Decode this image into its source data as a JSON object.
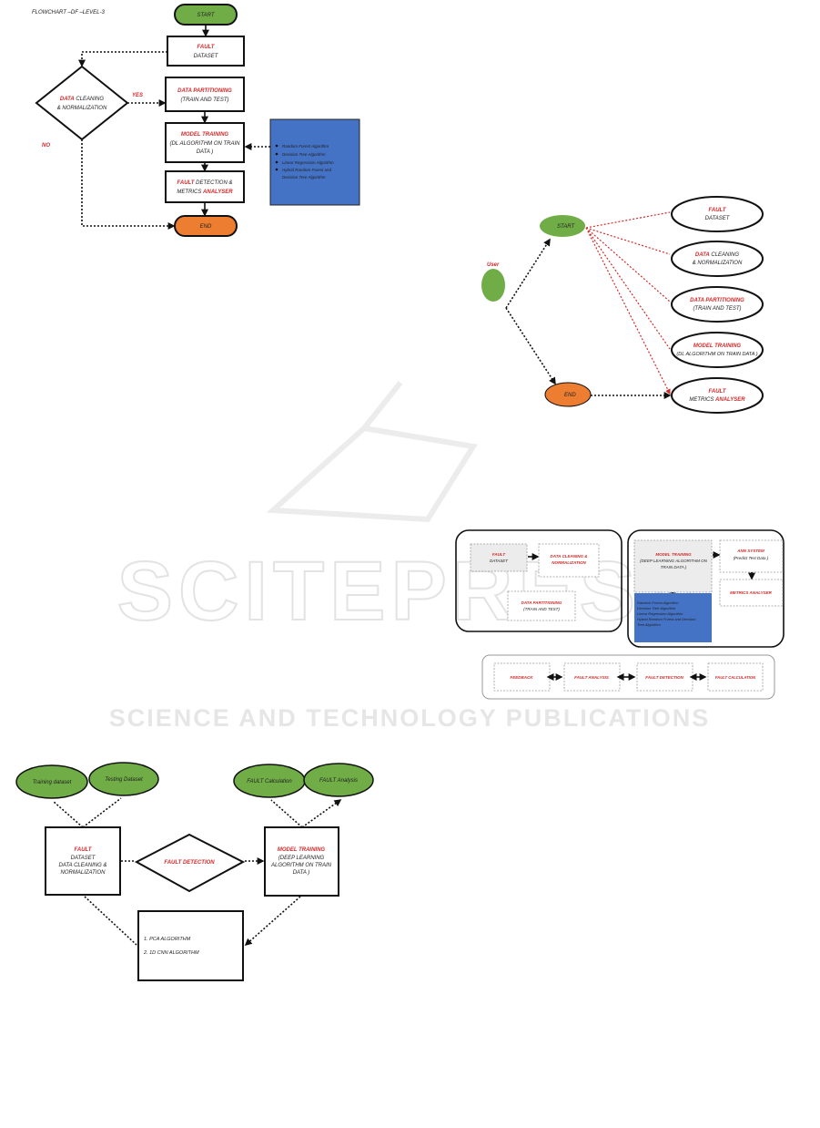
{
  "watermark": {
    "main": "SCITEPRESS",
    "sub": "SCIENCE AND TECHNOLOGY PUBLICATIONS"
  },
  "colors": {
    "green": "#70ad47",
    "orange": "#ed7d31",
    "blue": "#4472c4",
    "red": "#d42a2a"
  },
  "fig1": {
    "title": "FLOWCHART –DF –LEVEL-3",
    "start": "START",
    "end": "END",
    "dataset": {
      "red": "FAULT",
      "black": "DATASET"
    },
    "decision": {
      "red": "DATA",
      "black1": "CLEANING",
      "line2": "& NORMALIZATION"
    },
    "yes": "YES",
    "no": "NO",
    "partition": {
      "red": "DATA PARTITIONING",
      "black": "(TRAIN AND TEST)"
    },
    "training": {
      "red": "MODEL TRAINING",
      "line2": "(DL ALGORITHM ON TRAIN",
      "line3": "DATA )"
    },
    "detection": {
      "red1": "FAULT",
      "black1": "DETECTION &",
      "black2": "METRICS",
      "red2": "ANALYSER"
    },
    "algorithms": [
      "Random Forest Algorithm",
      "Decision Tree Algorithm",
      "Linear Regression Algorithm",
      "Hybrid Random Forest and",
      "Decision Tree Algorithm"
    ]
  },
  "fig2": {
    "user": "User",
    "start": "START",
    "end": "END",
    "nodes": [
      {
        "red": "FAULT",
        "black": "DATASET"
      },
      {
        "red": "DATA",
        "black": "CLEANING",
        "line2": "& NORMALIZATION"
      },
      {
        "red": "DATA PARTITIONING",
        "line2": "(TRAIN AND TEST)"
      },
      {
        "red": "MODEL TRAINING",
        "line2": "(DL ALGORITHM ON TRAIN DATA )"
      },
      {
        "red": "FAULT",
        "line2black": "METRICS",
        "line2red": "ANALYSER"
      }
    ]
  },
  "fig3": {
    "dataset": {
      "red": "FAULT",
      "black": "DATASET"
    },
    "cleaning": {
      "line1": "DATA CLEANING &",
      "line2": "NORMALIZATION"
    },
    "partition": {
      "red": "DATA PARTITIONING",
      "black": "(TRAIN AND TEST)"
    },
    "training": {
      "red": "MODEL TRAINING",
      "line2": "(DEEP LEARNING ALGORITHM ON",
      "line3": "TRAIN DATA )"
    },
    "algorithms": [
      "Random Forest Algorithm",
      "Decision Tree Algorithm",
      "Linear Regression Algorithm",
      "Hybrid Random Forest and Decision",
      "Tree Algorithm"
    ],
    "ann": {
      "red": "ANN SYSTEM",
      "black": "(Predict Test Data )"
    },
    "metrics": "METRICS ANALYSER",
    "bottom": [
      "FEEDBACK",
      "FAULT ANALYSIS",
      "FAULT DETECTION",
      "FAULT CALCULATION"
    ]
  },
  "fig4": {
    "ellipses": [
      "Training dataset",
      "Testing Dataset",
      "FAULT Calculation",
      "FAULT Analysis"
    ],
    "left": {
      "red": "FAULT",
      "l2": "DATASET",
      "l3": "DATA CLEANING &",
      "l4": "NORMALIZATION"
    },
    "diamond": "FAULT DETECTION",
    "right": {
      "red": "MODEL TRAINING",
      "l2": "(DEEP LEARNING",
      "l3": "ALGORITHM ON TRAIN",
      "l4": "DATA )"
    },
    "algorithms": [
      "1.   PCA ALGORITHM",
      "2.   1D CNN ALGORITHM"
    ]
  }
}
